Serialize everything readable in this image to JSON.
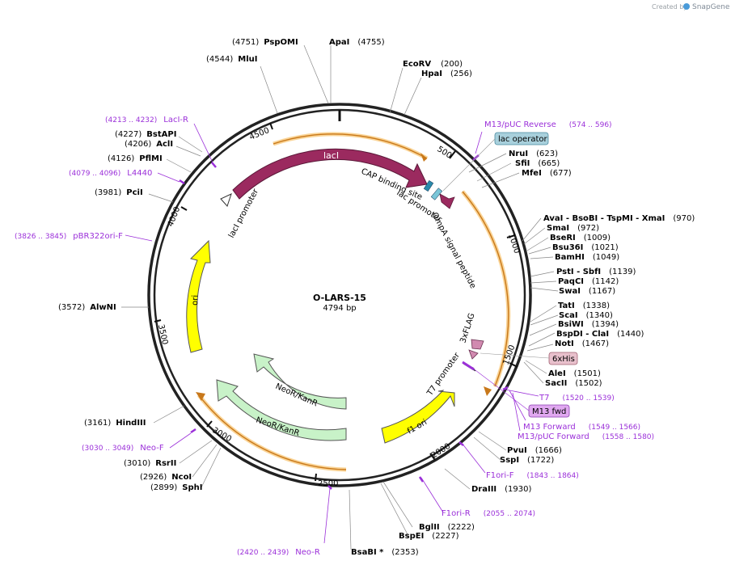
{
  "credit": {
    "created_by": "Created by",
    "app": "SnapGene"
  },
  "plasmid": {
    "name": "O-LARS-15",
    "size": "4794 bp"
  },
  "ticks": [
    "500",
    "1000",
    "1500",
    "2000",
    "2500",
    "3000",
    "3500",
    "4000",
    "4500"
  ],
  "enzymes": [
    {
      "id": "pspomi",
      "name": "PspOMI",
      "pos": "(4751)"
    },
    {
      "id": "apai",
      "name": "ApaI",
      "pos": "(4755)"
    },
    {
      "id": "mlui",
      "name": "MluI",
      "pos": "(4544)"
    },
    {
      "id": "ecorv",
      "name": "EcoRV",
      "pos": "(200)"
    },
    {
      "id": "hpai",
      "name": "HpaI",
      "pos": "(256)"
    },
    {
      "id": "bstapi",
      "name": "BstAPI",
      "pos": "(4227)"
    },
    {
      "id": "acli",
      "name": "AclI",
      "pos": "(4206)"
    },
    {
      "id": "pflmi",
      "name": "PflMI",
      "pos": "(4126)"
    },
    {
      "id": "pcii",
      "name": "PciI",
      "pos": "(3981)"
    },
    {
      "id": "nrui",
      "name": "NruI",
      "pos": "(623)"
    },
    {
      "id": "sfii",
      "name": "SfiI",
      "pos": "(665)"
    },
    {
      "id": "mfei",
      "name": "MfeI",
      "pos": "(677)"
    },
    {
      "id": "avai",
      "name": "AvaI  - BsoBI  - TspMI  - XmaI",
      "pos": "(970)"
    },
    {
      "id": "smai",
      "name": "SmaI",
      "pos": "(972)"
    },
    {
      "id": "bseri",
      "name": "BseRI",
      "pos": "(1009)"
    },
    {
      "id": "bsu36i",
      "name": "Bsu36I",
      "pos": "(1021)"
    },
    {
      "id": "bamhi",
      "name": "BamHI",
      "pos": "(1049)"
    },
    {
      "id": "psti",
      "name": "PstI  - SbfI",
      "pos": "(1139)"
    },
    {
      "id": "paqci",
      "name": "PaqCI",
      "pos": "(1142)"
    },
    {
      "id": "swai",
      "name": "SwaI",
      "pos": "(1167)"
    },
    {
      "id": "tati",
      "name": "TatI",
      "pos": "(1338)"
    },
    {
      "id": "scai",
      "name": "ScaI",
      "pos": "(1340)"
    },
    {
      "id": "bsiwi",
      "name": "BsiWI",
      "pos": "(1394)"
    },
    {
      "id": "bspdi",
      "name": "BspDI  - ClaI",
      "pos": "(1440)"
    },
    {
      "id": "noti",
      "name": "NotI",
      "pos": "(1467)"
    },
    {
      "id": "alei",
      "name": "AleI",
      "pos": "(1501)"
    },
    {
      "id": "sacii",
      "name": "SacII",
      "pos": "(1502)"
    },
    {
      "id": "alwni",
      "name": "AlwNI",
      "pos": "(3572)"
    },
    {
      "id": "hindiii",
      "name": "HindIII",
      "pos": "(3161)"
    },
    {
      "id": "rsrii",
      "name": "RsrII",
      "pos": "(3010)"
    },
    {
      "id": "ncoi",
      "name": "NcoI",
      "pos": "(2926)"
    },
    {
      "id": "sphi",
      "name": "SphI",
      "pos": "(2899)"
    },
    {
      "id": "pvui",
      "name": "PvuI",
      "pos": "(1666)"
    },
    {
      "id": "sspi",
      "name": "SspI",
      "pos": "(1722)"
    },
    {
      "id": "draiii",
      "name": "DraIII",
      "pos": "(1930)"
    },
    {
      "id": "bglii",
      "name": "BglII",
      "pos": "(2222)"
    },
    {
      "id": "bspei",
      "name": "BspEI",
      "pos": "(2227)"
    },
    {
      "id": "bsabi",
      "name": "BsaBI *",
      "pos": "(2353)"
    }
  ],
  "primers": [
    {
      "id": "m13puc-rev",
      "name": "M13/pUC Reverse",
      "range": "(574 .. 596)"
    },
    {
      "id": "laci-r",
      "name": "LacI-R",
      "range": "(4213 .. 4232)"
    },
    {
      "id": "l4440",
      "name": "L4440",
      "range": "(4079 .. 4096)"
    },
    {
      "id": "pbr322ori-f",
      "name": "pBR322ori-F",
      "range": "(3826 .. 3845)"
    },
    {
      "id": "neo-f",
      "name": "Neo-F",
      "range": "(3030 .. 3049)"
    },
    {
      "id": "t7",
      "name": "T7",
      "range": "(1520 .. 1539)"
    },
    {
      "id": "m13-forward",
      "name": "M13 Forward",
      "range": "(1549 .. 1566)"
    },
    {
      "id": "m13puc-forward",
      "name": "M13/pUC Forward",
      "range": "(1558 .. 1580)"
    },
    {
      "id": "f1ori-f",
      "name": "F1ori-F",
      "range": "(1843 .. 1864)"
    },
    {
      "id": "f1ori-r",
      "name": "F1ori-R",
      "range": "(2055 .. 2074)"
    },
    {
      "id": "neo-r",
      "name": "Neo-R",
      "range": "(2420 .. 2439)"
    }
  ],
  "boxed": {
    "lac_operator": "lac operator",
    "m13_fwd": "M13 fwd",
    "his": "6xHis"
  },
  "features": {
    "laci": "lacI",
    "laci_promoter": "lacI promoter",
    "cap_site": "CAP binding site",
    "lac_promoter": "lac promoter",
    "ompa": "OmpA signal peptide",
    "flag": "3xFLAG",
    "t7_promoter": "T7 promoter",
    "f1ori": "f1 ori",
    "ori": "ori",
    "neokan1": "NeoR/KanR",
    "neokan2": "NeoR/KanR"
  },
  "colors": {
    "backbone": "#222222",
    "laci": "#9b2a5f",
    "ori": "#ffff00",
    "neokan": "#c8f2c8",
    "primer": "#9b30d9",
    "orf": "#f5a020",
    "operator_box": "#a8d0dc",
    "m13_box": "#e0a8f0",
    "his_box": "#e8c0cc"
  }
}
